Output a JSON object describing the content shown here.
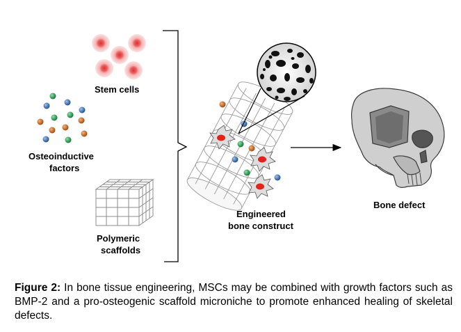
{
  "labels": {
    "stem_cells": "Stem cells",
    "osteoinductive_1": "Osteoinductive",
    "osteoinductive_2": "factors",
    "polymeric_1": "Polymeric",
    "polymeric_2": "scaffolds",
    "engineered_1": "Engineered",
    "engineered_2": "bone construct",
    "bone_defect": "Bone defect"
  },
  "caption": {
    "prefix": "Figure 2:",
    "text": " In bone tissue engineering, MSCs may be combined with growth factors such as BMP-2 and a pro-osteogenic scaffold microniche to promote enhanced healing of skeletal defects."
  },
  "colors": {
    "factor_green": "#1f9a48",
    "factor_blue": "#3a6fb5",
    "factor_orange": "#c9661c",
    "stem_cell": "#f0a0a0",
    "cell_nucleus": "#e2231a",
    "skull_gray": "#c8c8c8"
  }
}
